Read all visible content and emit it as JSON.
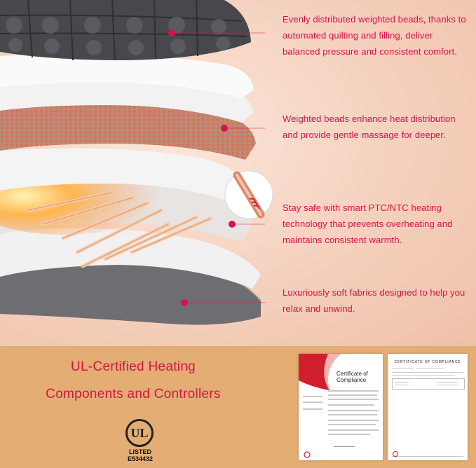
{
  "callouts": [
    {
      "text": "Evenly distributed weighted beads, thanks to automated quilting and filling, deliver balanced pressure and consistent comfort."
    },
    {
      "text": "Weighted beads enhance heat distribution and provide gentle massage for deeper."
    },
    {
      "text": "Stay safe with smart PTC/NTC heating technology that prevents overheating and maintains consistent warmth."
    },
    {
      "text": "Luxuriously soft fabrics designed to help you relax and unwind."
    }
  ],
  "certification": {
    "heading_line1": "UL-Certified Heating",
    "heading_line2": "Components and Controllers",
    "ul_mark": "UL",
    "listed_label": "LISTED",
    "listed_number": "E534432",
    "cert1_title": "Certificate of Compliance",
    "cert2_title": "CERTIFICATE OF COMPLIANCE"
  },
  "colors": {
    "accent": "#d4144d",
    "bottom_band": "#e3ad74",
    "quilt": "#4a4a4f"
  }
}
